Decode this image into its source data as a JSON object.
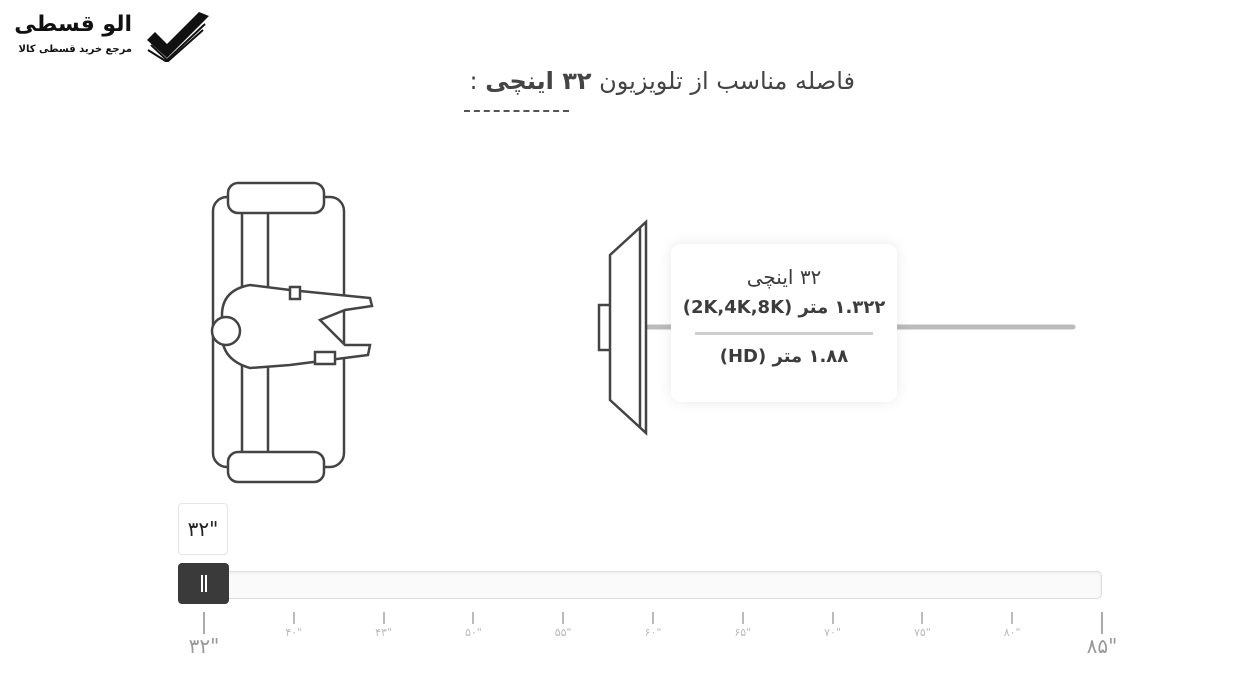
{
  "logo": {
    "name": "الو قسطی",
    "tagline": "مرجع خرید قسطی کالا"
  },
  "title": {
    "prefix": "فاصله مناسب از تلویزیون",
    "size": "۳۲ اینچی",
    "suffix": ":"
  },
  "info_card": {
    "size": "۳۲ اینچی",
    "distance_4k": "۱.۳۲۲ متر (2K,4K,8K)",
    "distance_hd": "۱.۸۸ متر (HD)"
  },
  "slider": {
    "current_value_label": "۳۲\"",
    "value": 32,
    "min": 32,
    "max": 85,
    "ticks": [
      "۳۲\"",
      "۴۰\"",
      "۴۳\"",
      "۵۰\"",
      "۵۵\"",
      "۶۰\"",
      "۶۵\"",
      "۷۰\"",
      "۷۵\"",
      "۸۰\"",
      "۸۵\""
    ]
  }
}
